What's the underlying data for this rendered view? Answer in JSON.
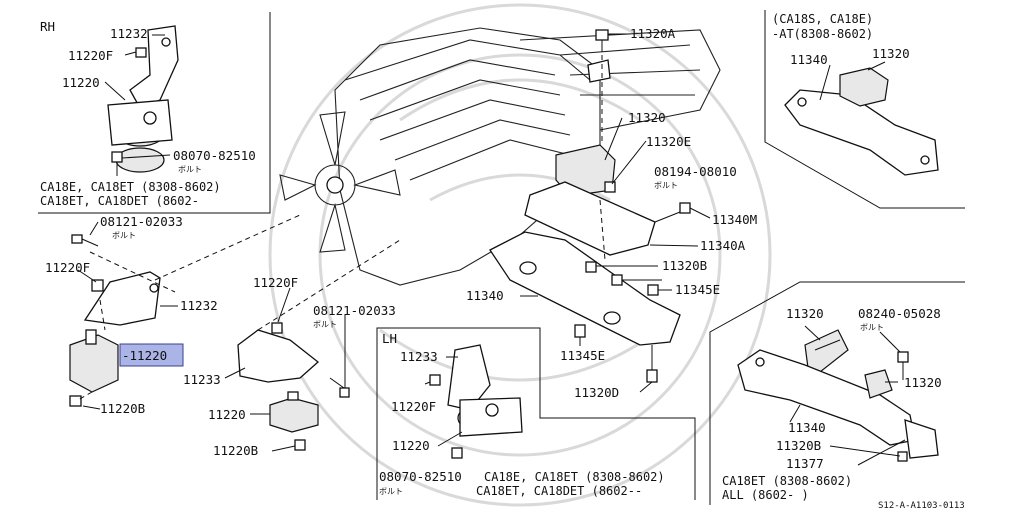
{
  "sections": {
    "rh": {
      "title": "RH"
    },
    "lh": {
      "title": "LH"
    },
    "ca18s_at": {
      "note_line1": "(CA18S, CA18E)",
      "note_line2": "-AT(8308-8602)"
    }
  },
  "labels": {
    "rh_11232": "11232",
    "rh_11220F": "11220F",
    "rh_11220": "11220",
    "rh_bolt": "08070-82510",
    "rh_bolt_kana": "ボルト",
    "rh_app1": "CA18E, CA18ET (8308-8602)",
    "rh_app2": "CA18ET, CA18DET (8602-",
    "left_bolt": "08121-02033",
    "left_bolt_kana": "ボルト",
    "left_11220F": "11220F",
    "left_11232": "11232",
    "left_11220_highlight": "-11220",
    "left_11220B": "11220B",
    "mid_11220F": "11220F",
    "mid_bolt": "08121-02033",
    "mid_bolt_kana": "ボルト",
    "mid_11233": "11233",
    "mid_11220": "11220",
    "mid_11220B": "11220B",
    "lh_11233": "11233",
    "lh_11220F": "11220F",
    "lh_11220": "11220",
    "lh_bolt": "08070-82510",
    "lh_bolt_kana": "ボルト",
    "lh_app1": "CA18E, CA18ET (8308-8602)",
    "lh_app2": "CA18ET, CA18DET (8602--",
    "top_11320A": "11320A",
    "top_11320": "11320",
    "top_11320E": "11320E",
    "top_bolt": "08194-08010",
    "top_bolt_kana": "ボルト",
    "top_11340M": "11340M",
    "top_11340A": "11340A",
    "top_11320B": "11320B",
    "top_11340": "11340",
    "top_11345E_a": "11345E",
    "top_11345E_b": "11345E",
    "top_11320D": "11320D",
    "tr_11340": "11340",
    "tr_11320": "11320",
    "br_11320_a": "11320",
    "br_bolt": "08240-05028",
    "br_bolt_kana": "ボルト",
    "br_11320_b": "11320",
    "br_11340": "11340",
    "br_11320B": "11320B",
    "br_11377": "11377",
    "br_app1": "CA18ET (8308-8602)",
    "br_app2": "ALL (8602-      )",
    "ref_code": "S12-A-A1103-0113"
  },
  "colors": {
    "highlight_fill": "#aab4e6",
    "highlight_stroke": "#3a3f8f",
    "line": "#111111",
    "watermark": "#d9d9d9"
  }
}
